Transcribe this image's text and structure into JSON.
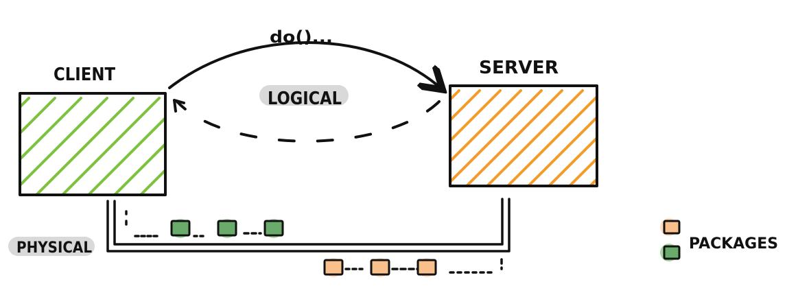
{
  "client": {
    "label": "CLIENT",
    "hatch_color": "#7ec13d"
  },
  "server": {
    "label": "SERVER",
    "hatch_color": "#f39c2b"
  },
  "call": {
    "label": "do()..."
  },
  "logical": {
    "label": "LOGICAL",
    "highlight_color": "#d9d9d9"
  },
  "physical": {
    "label": "PHYSICAL",
    "highlight_color": "#d9d9d9"
  },
  "packages": {
    "label": "PACKAGES",
    "request_color": "#6aaa6a",
    "request_glow": "#a8d8a0",
    "response_color": "#f9c08c",
    "response_glow": "#fde0c4",
    "request_count": 3,
    "response_count": 3
  }
}
